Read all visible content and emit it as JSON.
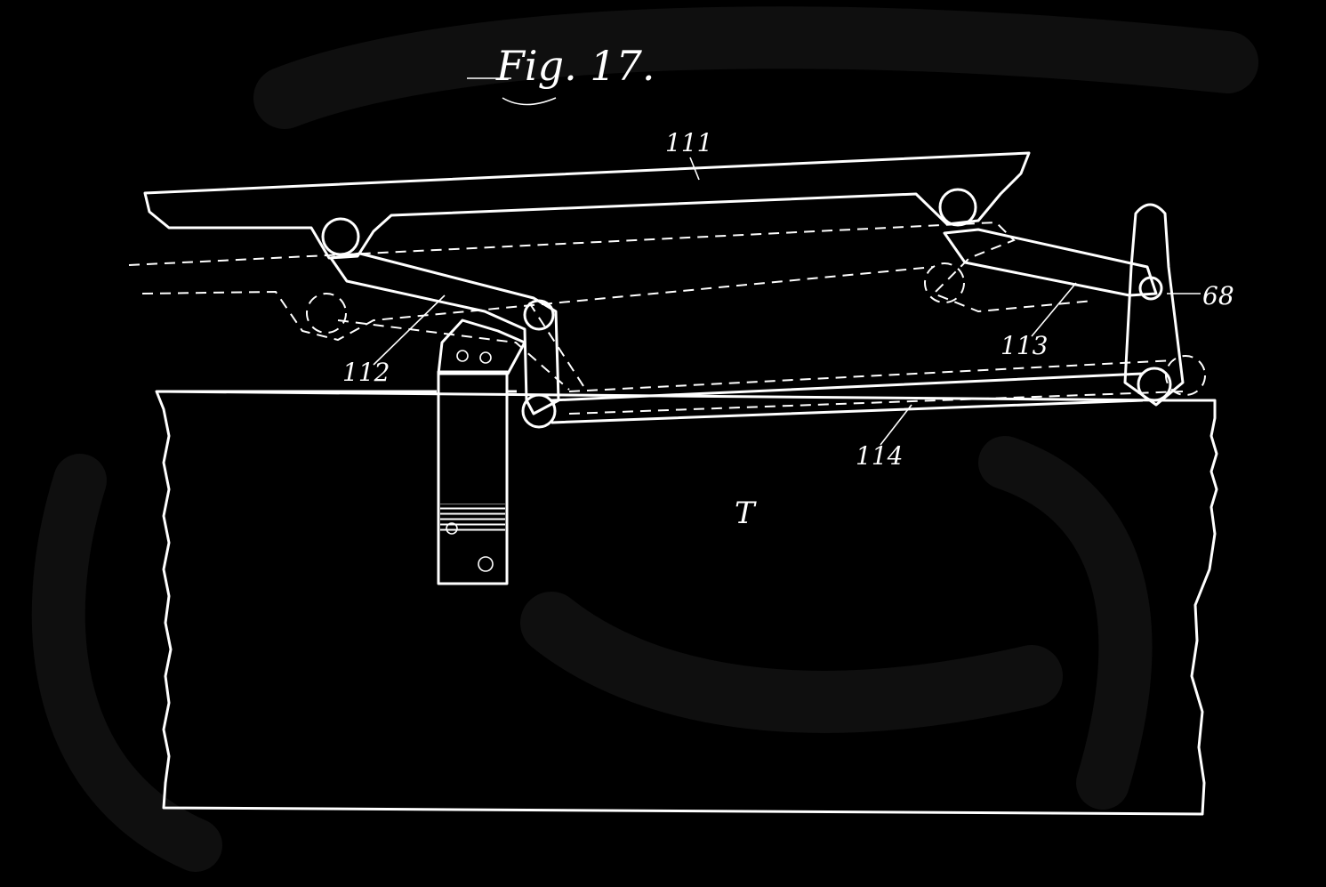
{
  "figure": {
    "title": "Fig. 17.",
    "colors": {
      "background": "#000000",
      "ink": "#ffffff"
    }
  },
  "labels": {
    "part_111": "111",
    "part_112": "112",
    "part_113": "113",
    "part_114": "114",
    "part_68": "68",
    "table": "T"
  }
}
